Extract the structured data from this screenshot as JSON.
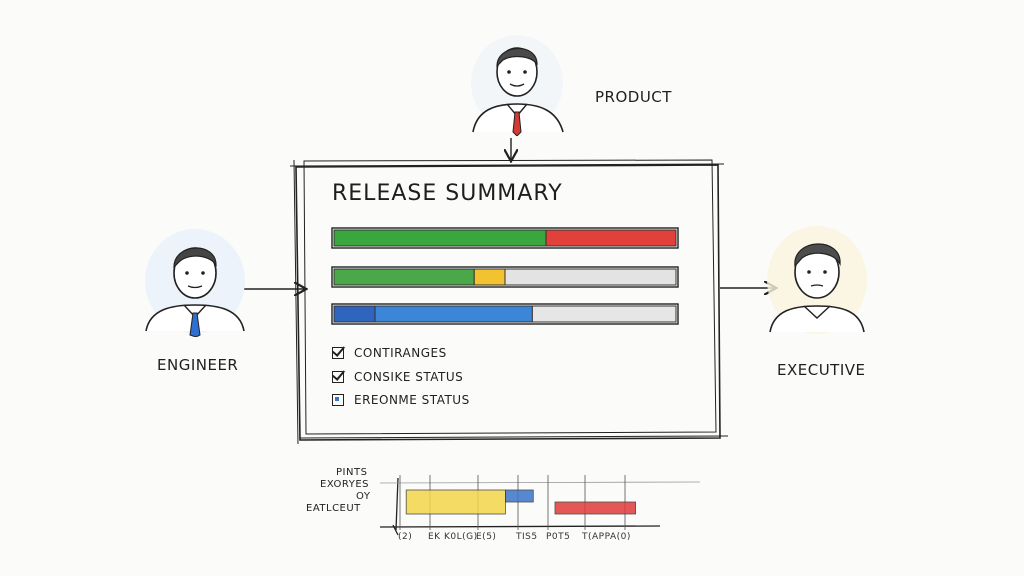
{
  "roles": {
    "product": "PRODUCT",
    "engineer": "ENGINEER",
    "executive": "EXECUTIVE"
  },
  "panel": {
    "title": "RELEASE SUMMARY",
    "bars": [
      {
        "segments": [
          {
            "value": 0.62,
            "color": "#3aa63e"
          },
          {
            "value": 0.38,
            "color": "#e2403a"
          }
        ]
      },
      {
        "segments": [
          {
            "value": 0.41,
            "color": "#4aa84a"
          },
          {
            "value": 0.09,
            "color": "#f2c230"
          },
          {
            "value": 0.5,
            "color": "#e3e3e3"
          }
        ]
      },
      {
        "segments": [
          {
            "value": 0.12,
            "color": "#2f64bf"
          },
          {
            "value": 0.46,
            "color": "#3b86d8"
          },
          {
            "value": 0.42,
            "color": "#e6e6e6"
          }
        ]
      }
    ],
    "checklist": [
      {
        "label": "CONTIRANGES",
        "state": "checked"
      },
      {
        "label": "CONSIKE STATUS",
        "state": "checked"
      },
      {
        "label": "EREONME STATUS",
        "state": "partial"
      }
    ]
  },
  "mini_chart": {
    "ylabel_lines": [
      "PINTS",
      "EXORYES",
      "OY",
      "EATLCEUT"
    ],
    "tick_labels": [
      "(2)",
      "EK K0L(G)",
      "E(5)",
      "TIS5",
      "P0T5",
      "T(APPA(0)"
    ],
    "bars": [
      {
        "start": 0.02,
        "end": 0.34,
        "color": "#f2d64a"
      },
      {
        "start": 0.34,
        "end": 0.43,
        "color": "#3b74c9"
      },
      {
        "start": 0.5,
        "end": 0.76,
        "color": "#df3b3b"
      }
    ]
  }
}
